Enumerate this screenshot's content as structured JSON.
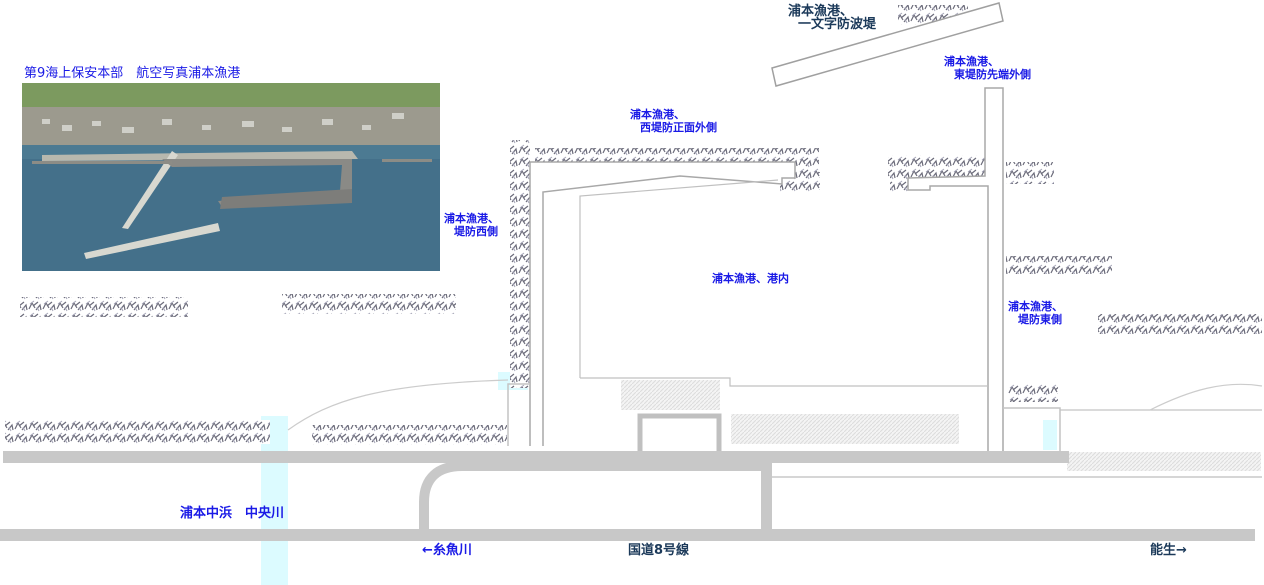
{
  "photo": {
    "title": "第9海上保安本部　航空写真浦本漁港",
    "alt": "浦本漁港 航空写真"
  },
  "labels": {
    "ichimonji": {
      "line1": "浦本漁港、",
      "line2": "一文字防波堤"
    },
    "higashi_tip": {
      "line1": "浦本漁港、",
      "line2": "東堤防先端外側"
    },
    "nishi_front": {
      "line1": "浦本漁港、",
      "line2": "西堤防正面外側"
    },
    "west_side": {
      "line1": "浦本漁港、",
      "line2": "堤防西側"
    },
    "harbor_inner": "浦本漁港、港内",
    "east_side": {
      "line1": "浦本漁港、",
      "line2": "堤防東側"
    },
    "nakahama": "浦本中浜　中央川",
    "itoigawa": "←糸魚川",
    "route8": "国道8号線",
    "nou": "能生→"
  },
  "colors": {
    "label_blue": "#1a1ae6",
    "label_navy": "#1c3a5a",
    "road": "#c8c8c8",
    "river": "#dcfbff",
    "sea": "#3f6883"
  }
}
